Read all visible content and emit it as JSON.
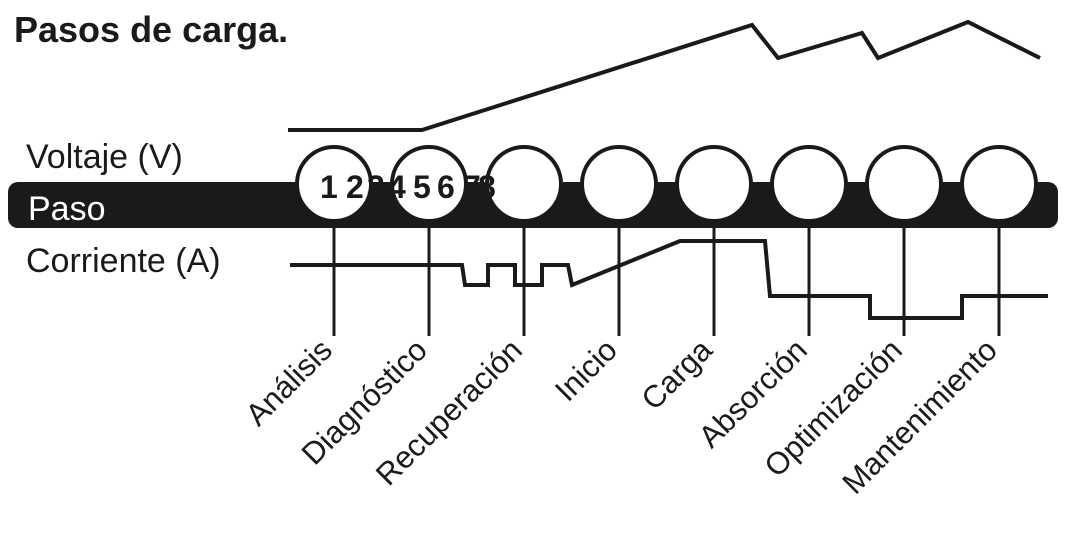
{
  "title": "Pasos de carga.",
  "labels": {
    "voltage": "Voltaje (V)",
    "step": "Paso",
    "current": "Corriente (A)"
  },
  "step_numbers": [
    "1",
    "2",
    "3",
    "4",
    "5",
    "6",
    "7",
    "8"
  ],
  "steps": [
    "Análisis",
    "Diagnóstico",
    "Recuperación",
    "Inicio",
    "Carga",
    "Absorción",
    "Optimización",
    "Mantenimiento"
  ],
  "colors": {
    "bar": "#1a1a1a",
    "line": "#1a1a1a",
    "circle_fill": "#ffffff",
    "text": "#1a1a1a"
  }
}
